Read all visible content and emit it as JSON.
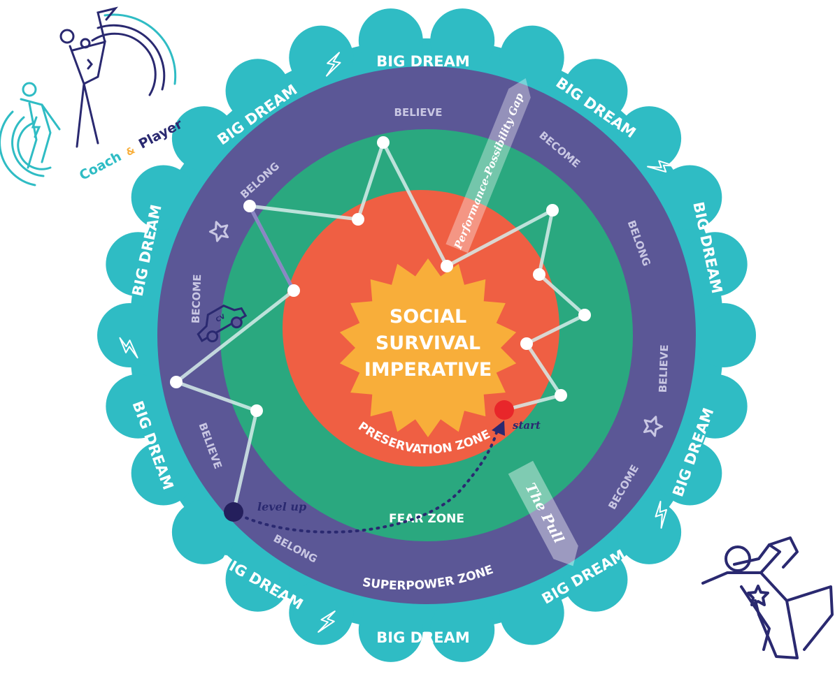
{
  "colors": {
    "big_dream": "#2fbcc4",
    "superpower": "#5b5796",
    "fear": "#2aa87f",
    "preservation": "#ef5f43",
    "core": "#f8ae3a",
    "ring_text": "#c9c7e3",
    "node": "#ffffff",
    "path_line": "#d6ecea",
    "start_dot": "#e8262a",
    "level_dot": "#241f5c",
    "navy": "#2a2970"
  },
  "logo": {
    "brand_word_1": "Coach",
    "brand_amp": "&",
    "brand_word_2": "Player"
  },
  "core": {
    "line1": "SOCIAL",
    "line2": "SURVIVAL",
    "line3": "IMPERATIVE"
  },
  "zones": {
    "preservation": "PRESERVATION ZONE",
    "fear": "FEAR ZONE",
    "superpower": "SUPERPOWER ZONE"
  },
  "big_dream": {
    "label": "BIG DREAM"
  },
  "ring_words": {
    "believe": "BELIEVE",
    "become": "BECOME",
    "belong": "BELONG"
  },
  "arrows": {
    "gap": "Performance-Possibility Gap",
    "pull": "The Pull"
  },
  "path": {
    "start": "start",
    "level_up": "level up"
  },
  "icons": {
    "car": "car-icon",
    "car_text": "CV",
    "star": "star-icon",
    "lightning": "lightning-icon",
    "superhero": "superhero-icon",
    "coach_player": "coach-player-logo"
  }
}
